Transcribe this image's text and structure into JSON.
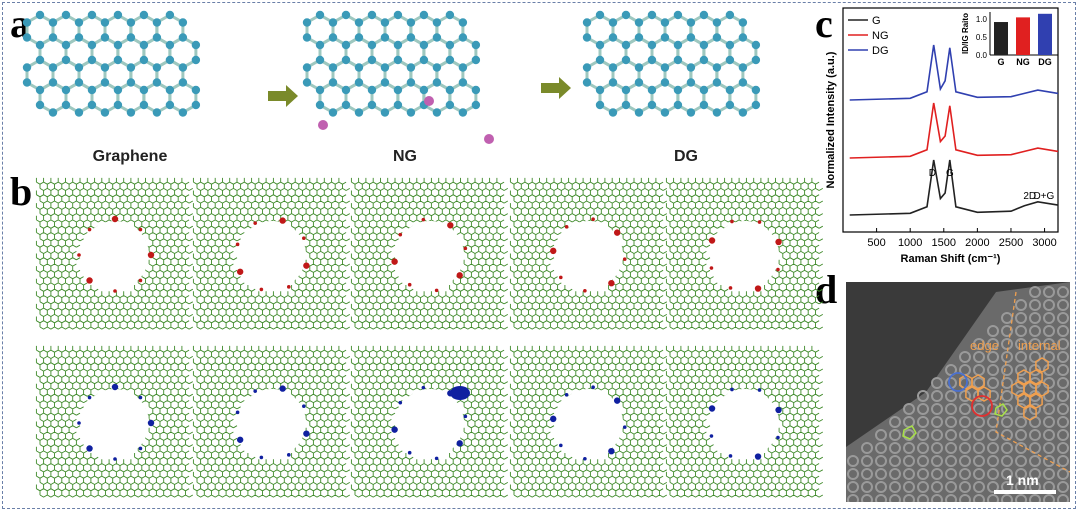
{
  "panels": {
    "a": {
      "letter": "a",
      "structures": [
        "Graphene",
        "NG",
        "DG"
      ]
    },
    "b": {
      "letter": "b"
    },
    "c": {
      "letter": "c",
      "legend": [
        "G",
        "NG",
        "DG"
      ],
      "xlabel": "Raman Shift (cm⁻¹)",
      "ylabel": "Normalized Intensity (a.u.)",
      "peak_labels": [
        "D",
        "G",
        "2D",
        "D+G"
      ],
      "inset_ylabel": "ID/IG Raito",
      "inset_categories": [
        "G",
        "NG",
        "DG"
      ],
      "inset_yticks": [
        "0.0",
        "0.5",
        "1.0"
      ]
    },
    "d": {
      "letter": "d",
      "edge_label": "edge",
      "internal_label": "internal",
      "scale_label": "1 nm"
    }
  },
  "colors": {
    "G": "#222222",
    "NG": "#e02020",
    "DG": "#3040b0",
    "carbon_atom": "#3a9ab8",
    "bond": "#9ec8c0",
    "dopant": "#c060b0",
    "lattice": "#3f8a2a",
    "red_atom": "#c01818",
    "blue_atom": "#1020a0",
    "arrow": "#7a8a2a",
    "tem_highlight": "#f0a050"
  },
  "chart_data": {
    "type": "line",
    "title": "",
    "xlabel": "Raman Shift (cm⁻¹)",
    "ylabel": "Normalized Intensity (a.u.)",
    "xlim": [
      0,
      3200
    ],
    "xticks": [
      500,
      1000,
      1500,
      2000,
      2500,
      3000
    ],
    "series": [
      {
        "name": "G",
        "x": [
          100,
          1000,
          1250,
          1350,
          1450,
          1520,
          1590,
          1680,
          2000,
          2500,
          2700,
          2900,
          3200
        ],
        "y": [
          0.0,
          0.03,
          0.15,
          1.0,
          0.3,
          0.4,
          1.0,
          0.15,
          0.05,
          0.07,
          0.17,
          0.24,
          0.18
        ]
      },
      {
        "name": "NG",
        "x": [
          100,
          1000,
          1250,
          1350,
          1450,
          1520,
          1590,
          1680,
          2000,
          2500,
          2700,
          2900,
          3200
        ],
        "y": [
          0.0,
          0.03,
          0.15,
          1.0,
          0.3,
          0.4,
          0.95,
          0.15,
          0.05,
          0.06,
          0.12,
          0.18,
          0.12
        ]
      },
      {
        "name": "DG",
        "x": [
          100,
          1000,
          1250,
          1350,
          1450,
          1520,
          1590,
          1680,
          2000,
          2500,
          2700,
          2900,
          3200
        ],
        "y": [
          0.0,
          0.03,
          0.15,
          1.0,
          0.2,
          0.35,
          0.95,
          0.15,
          0.05,
          0.06,
          0.12,
          0.18,
          0.12
        ]
      }
    ],
    "inset": {
      "type": "bar",
      "categories": [
        "G",
        "NG",
        "DG"
      ],
      "values": [
        0.92,
        1.05,
        1.15
      ],
      "ylim": [
        0,
        1.2
      ],
      "ylabel": "ID/IG Raito"
    }
  }
}
